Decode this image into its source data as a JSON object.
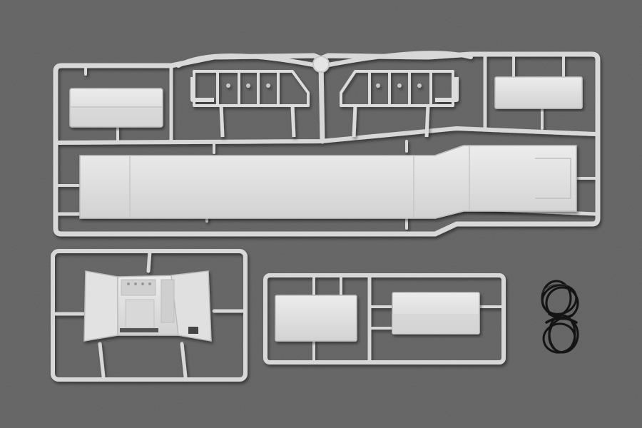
{
  "scene": {
    "subject": "plastic-model-kit-sprues",
    "colors": {
      "background": "#6b6b6b",
      "background_light": "#7a7a7a",
      "plastic": "#dedede",
      "plastic_light": "#ececec",
      "plastic_shadow": "#b8b8b8",
      "wire": "#141414"
    },
    "parts": [
      "large-sprue",
      "lower-left-sprue",
      "lower-right-sprue",
      "black-wire-coil"
    ]
  }
}
